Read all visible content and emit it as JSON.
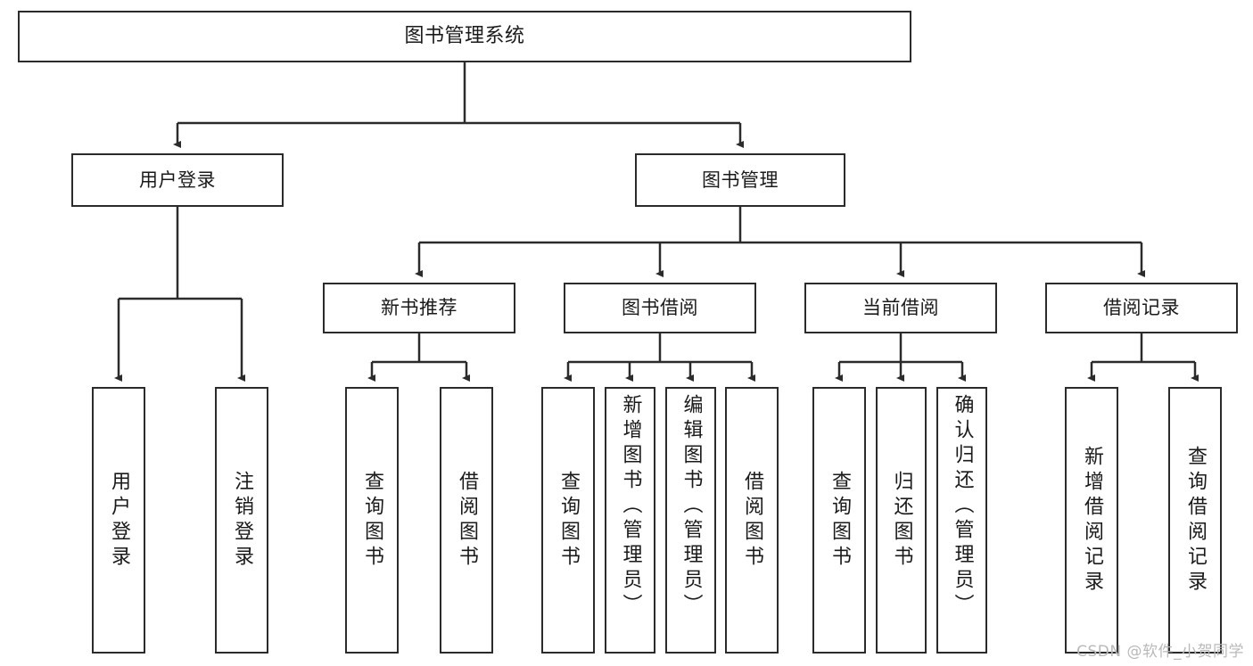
{
  "diagram": {
    "title": "图书管理系统",
    "type": "tree-hierarchy",
    "root": {
      "label": "图书管理系统"
    },
    "level2": [
      {
        "label": "用户登录"
      },
      {
        "label": "图书管理"
      }
    ],
    "level3": [
      {
        "label": "新书推荐"
      },
      {
        "label": "图书借阅"
      },
      {
        "label": "当前借阅"
      },
      {
        "label": "借阅记录"
      }
    ],
    "leaves": {
      "user_login": [
        {
          "label": "用户登录"
        },
        {
          "label": "注销登录"
        }
      ],
      "new_book_recommend": [
        {
          "label": "查询图书"
        },
        {
          "label": "借阅图书"
        }
      ],
      "book_borrow": [
        {
          "label": "查询图书"
        },
        {
          "label": "新增图书（管理员）"
        },
        {
          "label": "编辑图书（管理员）"
        },
        {
          "label": "借阅图书"
        }
      ],
      "current_borrow": [
        {
          "label": "查询图书"
        },
        {
          "label": "归还图书"
        },
        {
          "label": "确认归还（管理员）"
        }
      ],
      "borrow_record": [
        {
          "label": "新增借阅记录"
        },
        {
          "label": "查询借阅记录"
        }
      ]
    }
  },
  "watermark": {
    "text": "CSDN @软件_小贺同学"
  },
  "colors": {
    "stroke": "#2b2b2b",
    "text": "#1a1a1a",
    "background": "#ffffff",
    "watermark": "#b9b9b9"
  }
}
